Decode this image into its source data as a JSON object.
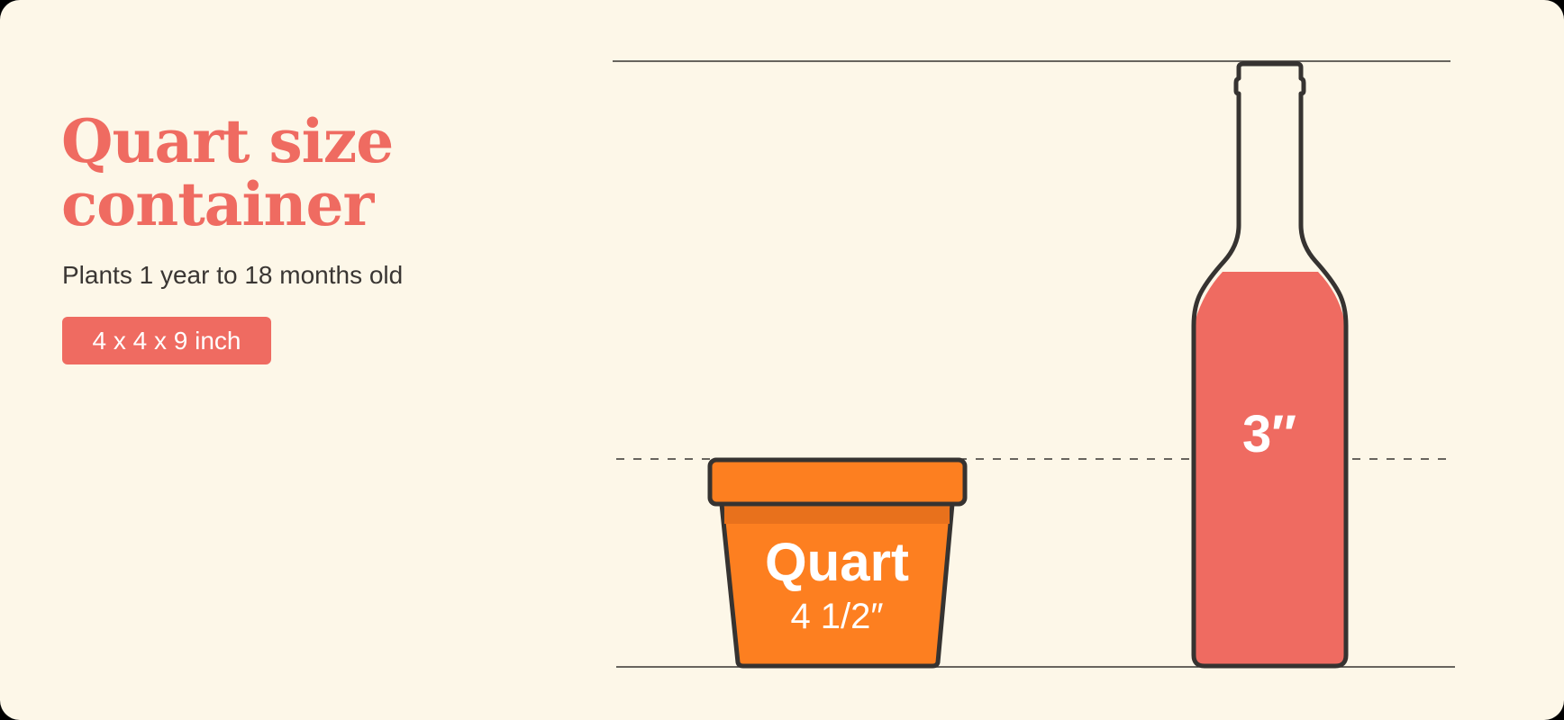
{
  "header": {
    "title_line1": "Quart size",
    "title_line2": "container",
    "subtitle": "Plants 1 year to 18 months old",
    "dimensions_badge": "4 x 4 x 9 inch"
  },
  "illustration": {
    "pot": {
      "name": "Quart",
      "diameter": "4 1/2″",
      "color": "#fd7f20"
    },
    "bottle": {
      "label": "3″",
      "liquid_color": "#ef6b61"
    },
    "guides": [
      "top-line",
      "mid-dashed-line",
      "baseline"
    ],
    "colors": {
      "background": "#fdf7e8",
      "accent": "#ef6b61",
      "outline": "#363331"
    }
  }
}
